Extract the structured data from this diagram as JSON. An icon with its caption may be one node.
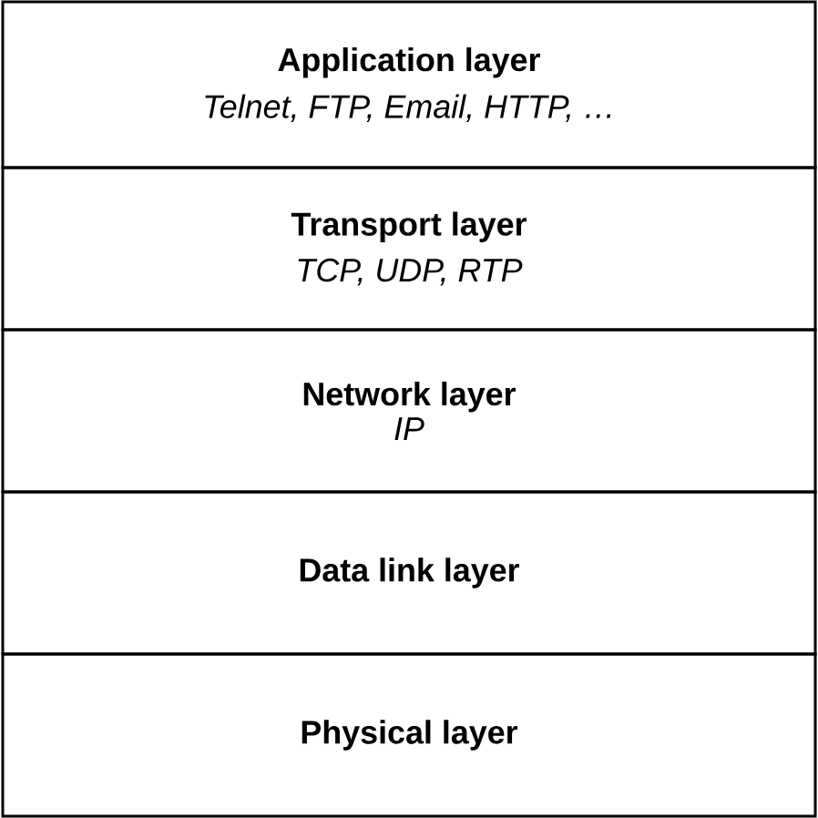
{
  "diagram": {
    "nodes": [
      {
        "text": [
          "Application layer",
          "Telnet, FTP, Email, HTTP, …"
        ]
      },
      {
        "text": [
          "Transport layer",
          "TCP, UDP, RTP"
        ]
      },
      {
        "text": [
          "Network layer",
          "IP"
        ]
      },
      {
        "text": [
          "Data link layer"
        ]
      },
      {
        "text": [
          "Physical layer"
        ]
      }
    ]
  }
}
